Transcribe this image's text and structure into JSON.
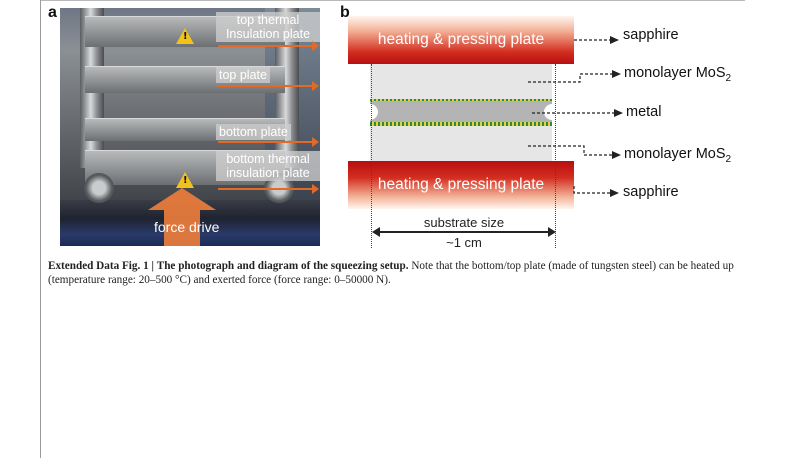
{
  "panel_a": {
    "label": "a",
    "labels": [
      "top thermal\nInsulation plate",
      "top plate",
      "bottom plate",
      "bottom thermal\ninsulation plate"
    ],
    "force_label": "force drive",
    "arrow_color": "#e26a24",
    "force_color": "#ec7d3c"
  },
  "panel_b": {
    "label": "b",
    "plate_top_label": "heating & pressing plate",
    "plate_bottom_label": "heating & pressing plate",
    "callouts": {
      "sapphire_top": "sapphire",
      "mos2_top": "monolayer MoS",
      "mos2_top_sub": "2",
      "metal": "metal",
      "mos2_bottom": "monolayer MoS",
      "mos2_bottom_sub": "2",
      "sapphire_bottom": "sapphire"
    },
    "substrate_size_label": "substrate size",
    "substrate_size_value": "~1 cm",
    "plate_color": "#c81a16",
    "mos2_colors": [
      "#2f8a3a",
      "#e2d23c"
    ]
  },
  "caption": {
    "figure_id": "Extended Data Fig. 1 |",
    "title": "The photograph and diagram of the squeezing setup.",
    "body": "Note that the bottom/top plate (made of tungsten steel) can be heated up (temperature range: 20–500 °C) and exerted force (force range: 0–50000 N)."
  }
}
